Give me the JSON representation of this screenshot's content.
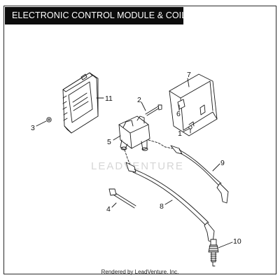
{
  "title": "ELECTRONIC CONTROL MODULE & COIL",
  "watermark": "LEADVENTURE",
  "footer": "Rendered by LeadVenture, Inc.",
  "parts": [
    {
      "callout": "1",
      "name": "screw"
    },
    {
      "callout": "2",
      "name": "screw"
    },
    {
      "callout": "3",
      "name": "nut"
    },
    {
      "callout": "4",
      "name": "cable-tie"
    },
    {
      "callout": "5",
      "name": "ignition-coil"
    },
    {
      "callout": "6",
      "name": "label"
    },
    {
      "callout": "7",
      "name": "coil-cover"
    },
    {
      "callout": "8",
      "name": "spark-plug-wire-long"
    },
    {
      "callout": "9",
      "name": "spark-plug-wire-short"
    },
    {
      "callout": "10",
      "name": "spark-plug"
    },
    {
      "callout": "11",
      "name": "electronic-control-module"
    }
  ]
}
